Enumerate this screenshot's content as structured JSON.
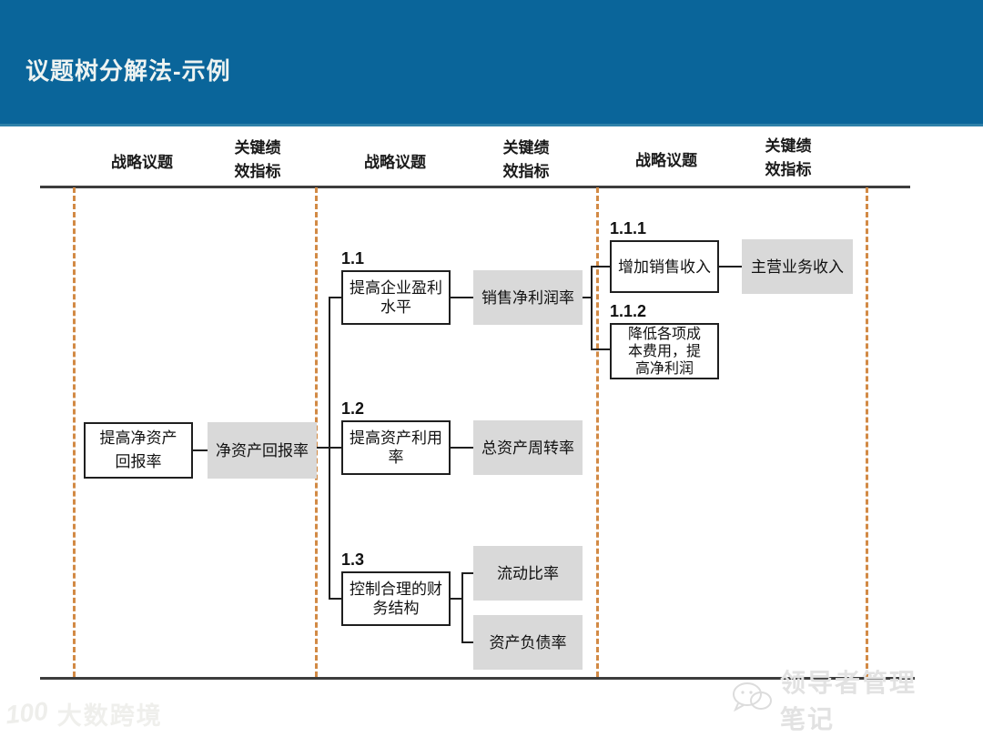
{
  "header": {
    "title": "议题树分解法-示例"
  },
  "columns": [
    {
      "issue": "战略议题",
      "kpi": "关键绩\n效指标"
    },
    {
      "issue": "战略议题",
      "kpi": "关键绩\n效指标"
    },
    {
      "issue": "战略议题",
      "kpi": "关键绩\n效指标"
    }
  ],
  "tree": {
    "root": {
      "issue": "提高净资产\n回报率",
      "kpi": "净资产回报率"
    },
    "level1": [
      {
        "num": "1.1",
        "issue": "提高企业盈利\n水平",
        "kpi": "销售净利润率"
      },
      {
        "num": "1.2",
        "issue": "提高资产利用\n率",
        "kpi": "总资产周转率"
      },
      {
        "num": "1.3",
        "issue": "控制合理的财\n务结构",
        "kpi_top": "流动比率",
        "kpi_bottom": "资产负债率"
      }
    ],
    "level2": [
      {
        "num": "1.1.1",
        "issue": "增加销售收入",
        "kpi": "主营业务收入"
      },
      {
        "num": "1.1.2",
        "issue": "降低各项成\n本费用，提\n高净利润"
      }
    ]
  },
  "watermarks": {
    "bottom_right": "领导者管理笔记",
    "bottom_left": "大数跨境",
    "bottom_left_logo": "100"
  },
  "colors": {
    "header_bg": "#0a659a",
    "kpi_box_fill": "#d9d9d9",
    "divider_dash": "#d28a45",
    "line": "#1f1f1f"
  }
}
